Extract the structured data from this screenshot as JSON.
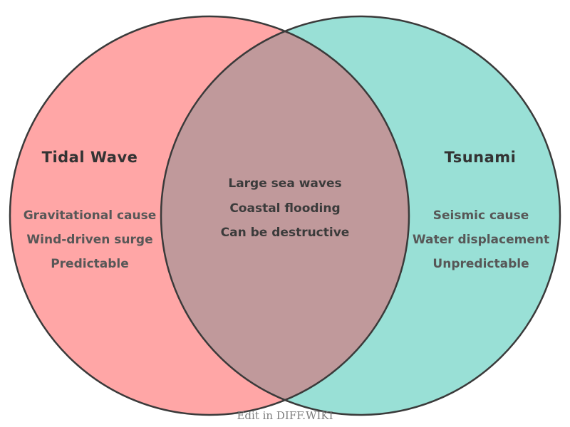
{
  "diagram": {
    "left_set": {
      "title": "Tidal Wave",
      "items": [
        "Gravitational cause",
        "Wind-driven surge",
        "Predictable"
      ]
    },
    "right_set": {
      "title": "Tsunami",
      "items": [
        "Seismic cause",
        "Water displacement",
        "Unpredictable"
      ]
    },
    "overlap": {
      "items": [
        "Large sea waves",
        "Coastal flooding",
        "Can be destructive"
      ]
    },
    "colors": {
      "left_fill": "#ffa6a6",
      "right_fill": "#99e0d6",
      "overlap_fill": "#c0999b",
      "outline": "#3a3a3a"
    }
  },
  "footer": {
    "label": "Edit in DIFF.WIKI"
  }
}
